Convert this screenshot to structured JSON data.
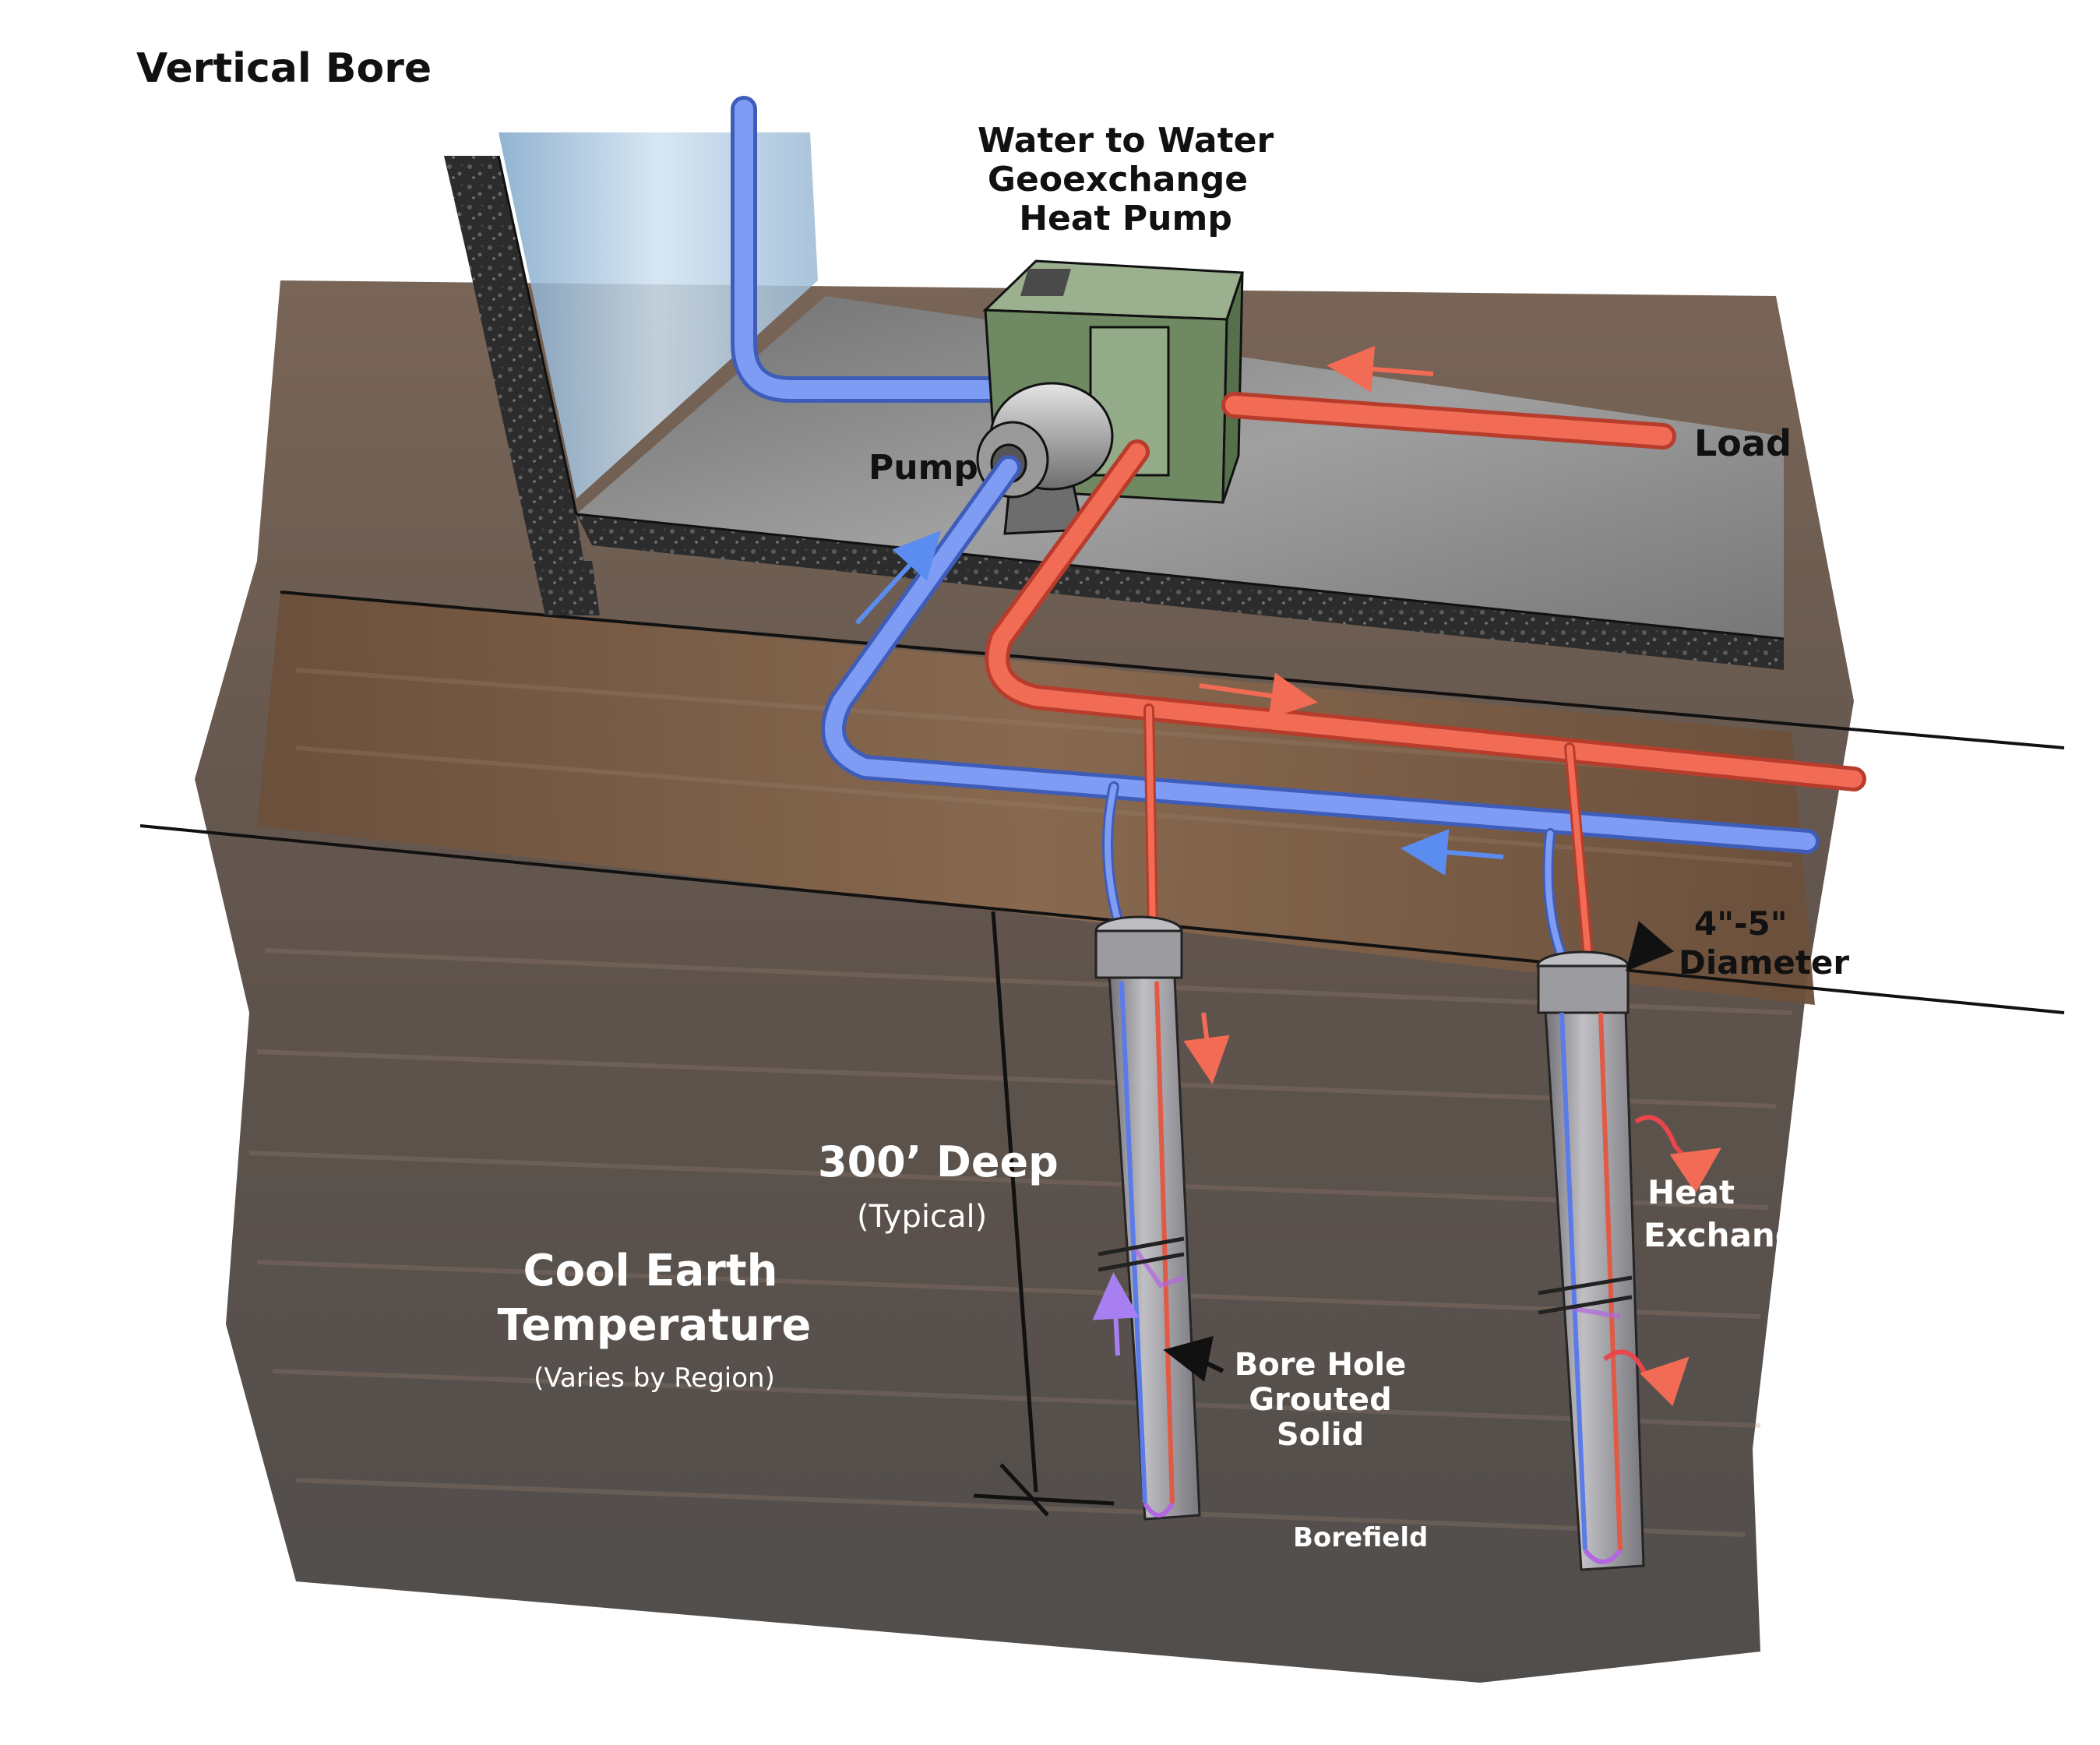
{
  "title": "Vertical Bore",
  "heat_pump": {
    "label_lines": [
      "Water to Water",
      "Geoexchange",
      "Heat Pump"
    ]
  },
  "labels": {
    "pump": "Pump",
    "load": "Load",
    "depth_main": "300’ Deep",
    "depth_note": "(Typical)",
    "earth_line1": "Cool Earth",
    "earth_line2": "Temperature",
    "earth_note": "(Varies by Region)",
    "bore_hole": [
      "Bore Hole",
      "Grouted",
      "Solid"
    ],
    "borefield": "Borefield",
    "diameter_1": "4\"-5\"",
    "diameter_2": "Diameter",
    "heat_exchange_1": "Heat",
    "heat_exchange_2": "Exchange"
  },
  "colors": {
    "supply_pipe": "#7f9cf5",
    "return_pipe": "#f26b54",
    "soil": "#5a4a3e",
    "soil_top": "#7a5a42",
    "slab": "#8c8c8c",
    "concrete": "#2e2e2e",
    "heat_pump_body": "#6f8a63",
    "water_tank": "#a9c8e3",
    "u_bend": "#b266e0"
  }
}
